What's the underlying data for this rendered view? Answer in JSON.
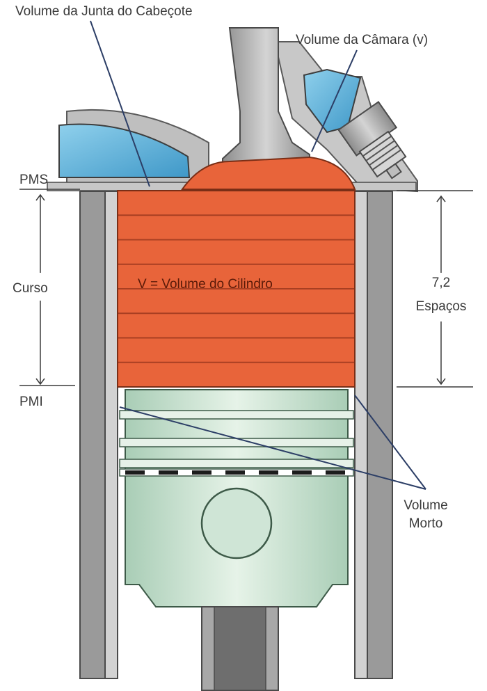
{
  "labels": {
    "gasket_volume": "Volume da Junta do Cabeçote",
    "chamber_volume": "Volume da Câmara (v)",
    "tdc": "PMS",
    "bdc": "PMI",
    "stroke": "Curso",
    "cylinder_volume": "V = Volume do Cilindro",
    "spaces_value": "7,2",
    "spaces_word": "Espaços",
    "dead_volume_1": "Volume",
    "dead_volume_2": "Morto"
  },
  "colors": {
    "cylinder_fill": "#e8643a",
    "cylinder_lines": "#a83f22",
    "piston_fill": "#cfe5d6",
    "piston_top": "#dcedde",
    "wall_gray": "#9a9a9a",
    "wall_light": "#d2d2d2",
    "port_blue": "#5bb0d8",
    "valve_gray": "#a8a8a8",
    "leader_line": "#2c3e66"
  },
  "figure": {
    "cylinder_line_count": 7
  }
}
